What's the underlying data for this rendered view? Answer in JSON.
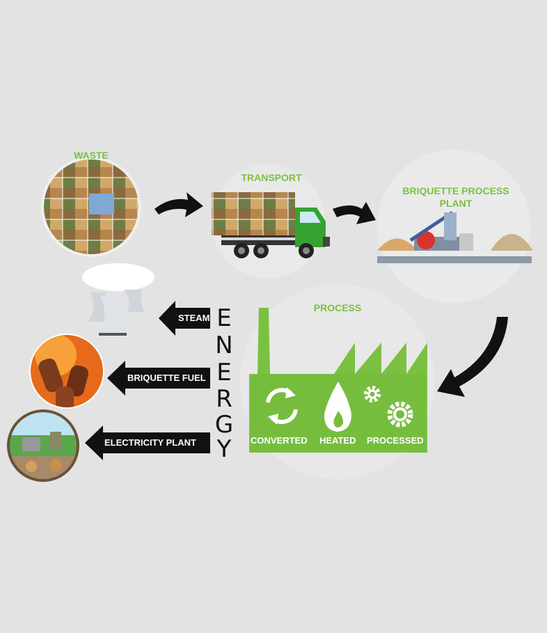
{
  "stages": {
    "waste": "WASTE",
    "transport": "TRANSPORT",
    "plant_line1": "BRIQUETTE PROCESS",
    "plant_line2": "PLANT",
    "process": "PROCESS"
  },
  "process_steps": [
    "CONVERTED",
    "HEATED",
    "PROCESSED"
  ],
  "energy_letters": [
    "E",
    "N",
    "E",
    "R",
    "G",
    "Y"
  ],
  "outputs": {
    "steam": "STEAM",
    "briquette_fuel": "BRIQUETTE FUEL",
    "electricity_plant": "ELECTRICITY PLANT"
  },
  "colors": {
    "accent_green": "#7ac142",
    "background": "#e3e3e3",
    "arrow": "#111111"
  }
}
